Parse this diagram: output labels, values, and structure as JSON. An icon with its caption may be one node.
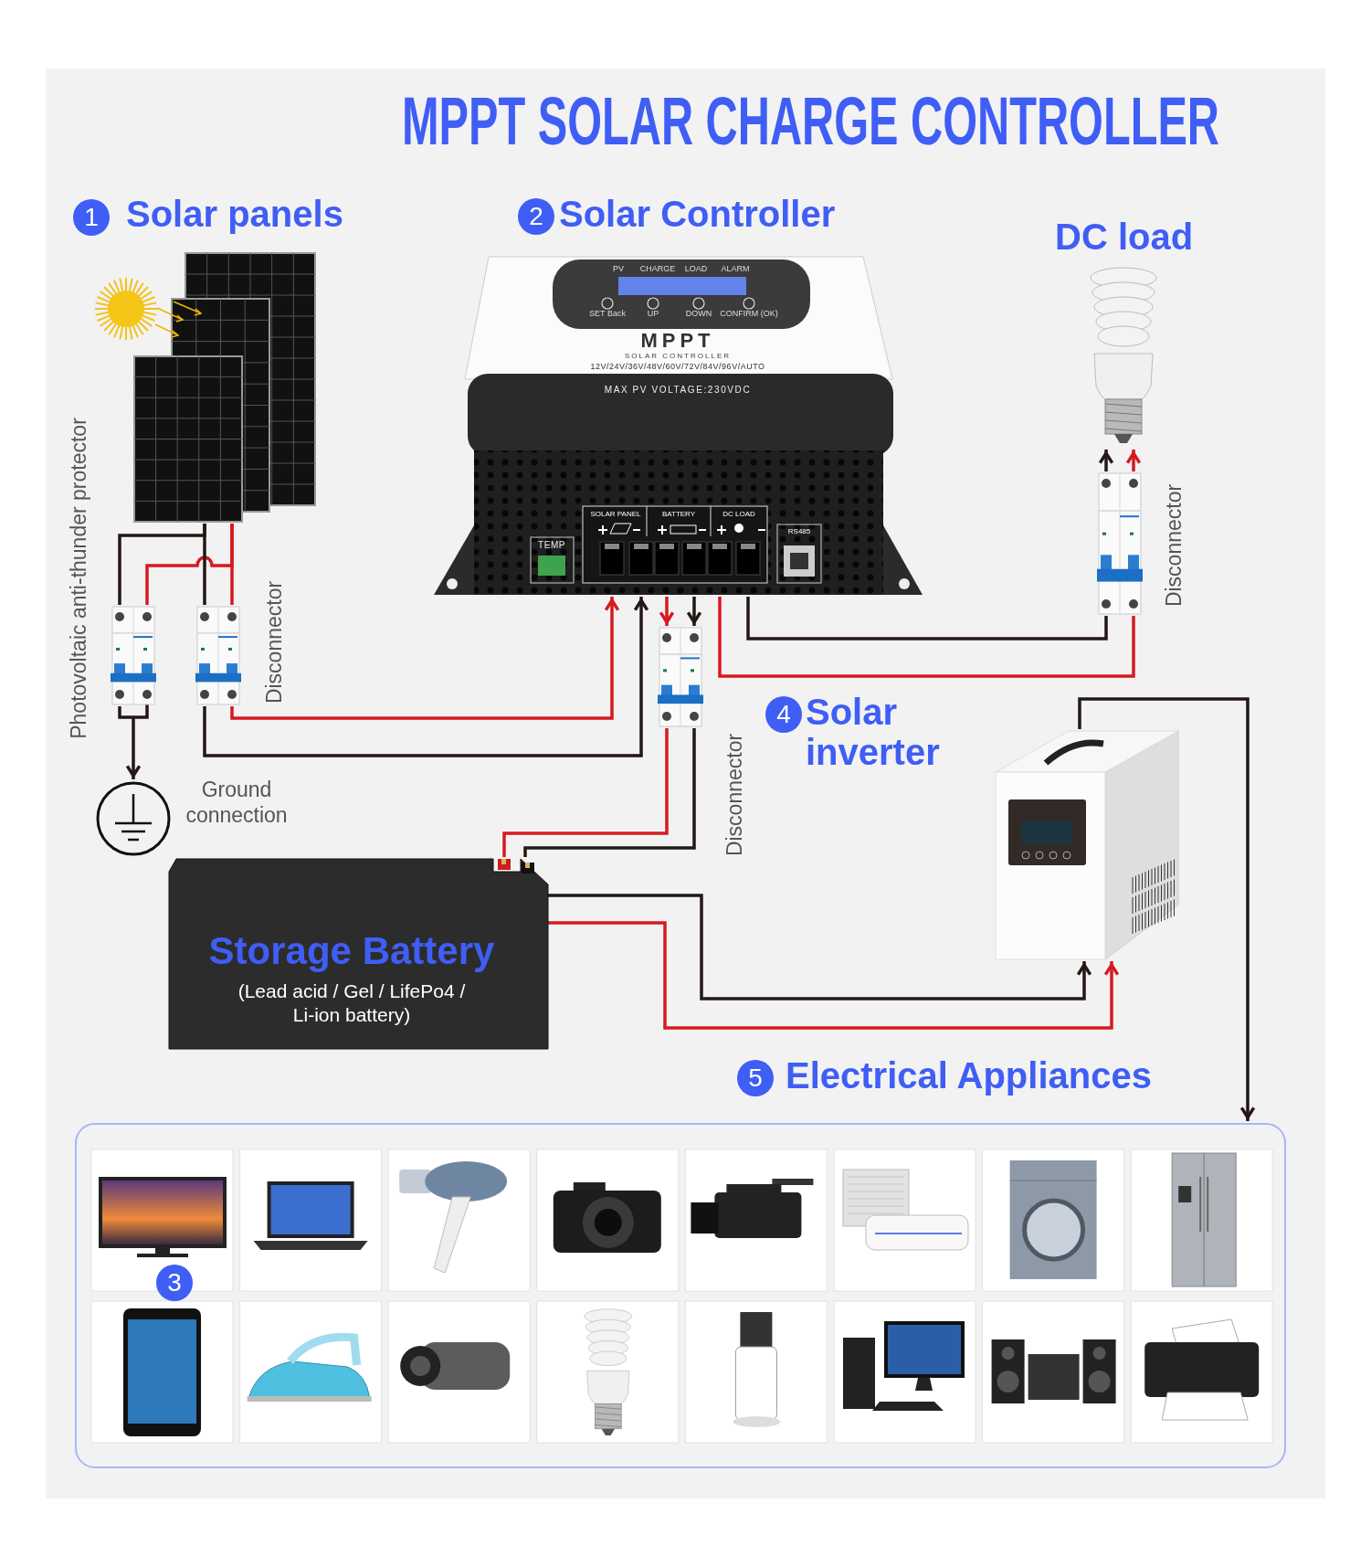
{
  "diagram": {
    "title": "MPPT SOLAR CHARGE CONTROLLER",
    "nodes": [
      {
        "text": [],
        "shape": "picture",
        "beside": [
          "Solar panels"
        ]
      },
      {
        "text": [
          "MPPT",
          "SOLAR CONTROLLER",
          "12V/24V/36V/48V/60V/72V/84V/96V/AUTO",
          "MAX PV VOLTAGE:230VDC",
          "TEMP",
          "SOLAR PANEL",
          "BATTERY",
          "DC LOAD",
          "RS485",
          "PV",
          "CHARGE",
          "LOAD",
          "ALARM",
          "SET Back",
          "UP",
          "DOWN",
          "CONFIRM (OK)"
        ],
        "beside": [
          "Solar Controller"
        ]
      },
      {
        "text": [],
        "shape": "picture",
        "beside": [
          "DC load"
        ]
      },
      {
        "text": [],
        "shape": "picture",
        "beside": [
          "Disconnector"
        ]
      },
      {
        "text": [],
        "shape": "picture",
        "beside": [
          "Photovoltaic anti-thunder protector"
        ]
      },
      {
        "text": [],
        "shape": "picture",
        "beside": [
          "Disconnector"
        ]
      },
      {
        "text": [],
        "shape": "circle",
        "beside": [
          "Ground connection"
        ]
      },
      {
        "text": [],
        "shape": "picture",
        "beside": [
          "Disconnector"
        ]
      },
      {
        "text": [
          "Storage Battery",
          "(Lead acid / Gel / LifePo4 / Li-ion battery)"
        ]
      },
      {
        "text": [],
        "shape": "picture",
        "beside": [
          "Solar inverter"
        ]
      },
      {
        "text": [],
        "shape": "box",
        "beside": [
          "Electrical Appliances"
        ]
      }
    ],
    "edges": [
      {
        "from": 0,
        "to": 4,
        "arrow": "none"
      },
      {
        "from": 0,
        "to": 4,
        "arrow": "none",
        "color": "#d71920"
      },
      {
        "from": 0,
        "to": 5,
        "arrow": "none"
      },
      {
        "from": 0,
        "to": 5,
        "arrow": "none",
        "color": "#d71920"
      },
      {
        "from": 4,
        "to": 6,
        "arrow": "to"
      },
      {
        "from": 5,
        "to": 1,
        "arrow": "to",
        "color": "#d71920"
      },
      {
        "from": 5,
        "to": 1,
        "arrow": "to"
      },
      {
        "from": 1,
        "to": 7,
        "arrow": "to",
        "color": "#d71920"
      },
      {
        "from": 1,
        "to": 7,
        "arrow": "to"
      },
      {
        "from": 7,
        "to": 8,
        "arrow": "none",
        "color": "#d71920"
      },
      {
        "from": 7,
        "to": 8,
        "arrow": "none"
      },
      {
        "from": 1,
        "to": 3,
        "arrow": "none"
      },
      {
        "from": 1,
        "to": 3,
        "arrow": "none",
        "color": "#d71920"
      },
      {
        "from": 3,
        "to": 2,
        "arrow": "to"
      },
      {
        "from": 3,
        "to": 2,
        "arrow": "to",
        "color": "#d71920"
      },
      {
        "from": 8,
        "to": 9,
        "arrow": "to"
      },
      {
        "from": 8,
        "to": 9,
        "arrow": "to",
        "color": "#d71920"
      },
      {
        "from": 9,
        "to": 10,
        "arrow": "to"
      }
    ],
    "labels": [
      "1",
      "2",
      "4",
      "5",
      "3"
    ]
  }
}
